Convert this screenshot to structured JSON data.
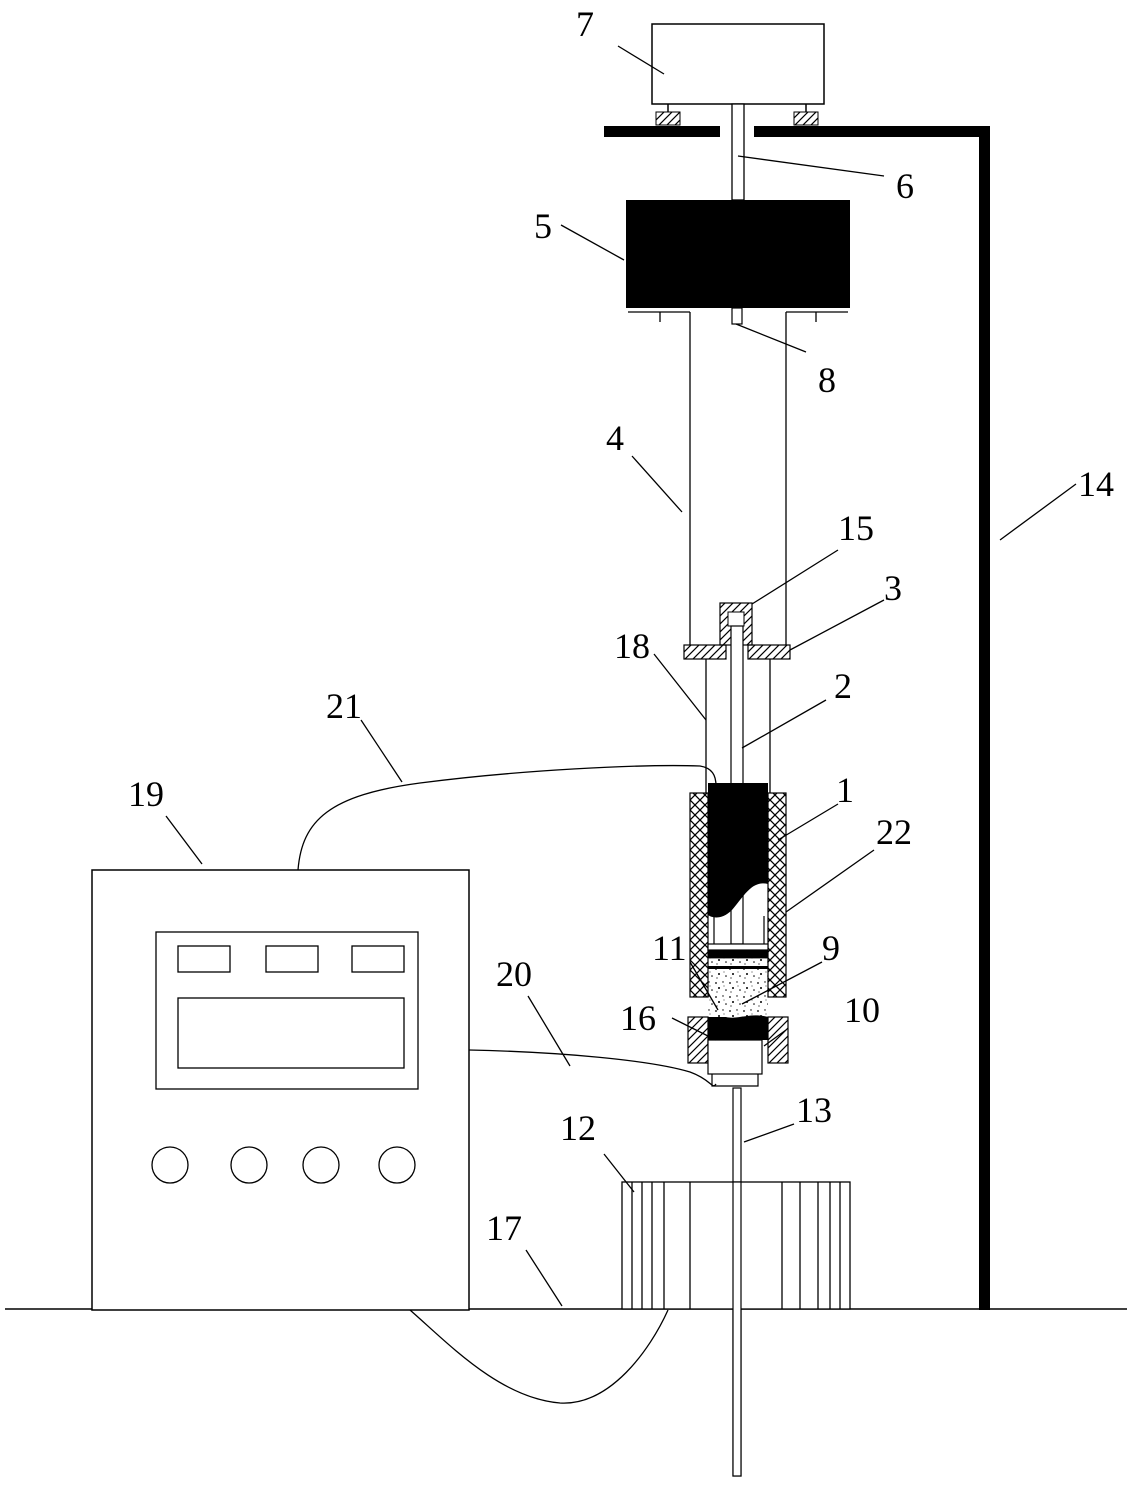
{
  "labels": {
    "l1": "1",
    "l2": "2",
    "l3": "3",
    "l4": "4",
    "l5": "5",
    "l6": "6",
    "l7": "7",
    "l8": "8",
    "l9": "9",
    "l10": "10",
    "l11": "11",
    "l12": "12",
    "l13": "13",
    "l14": "14",
    "l15": "15",
    "l16": "16",
    "l17": "17",
    "l18": "18",
    "l19": "19",
    "l20": "20",
    "l21": "21",
    "l22": "22"
  },
  "colors": {
    "ink": "#000000",
    "paper": "#ffffff"
  }
}
